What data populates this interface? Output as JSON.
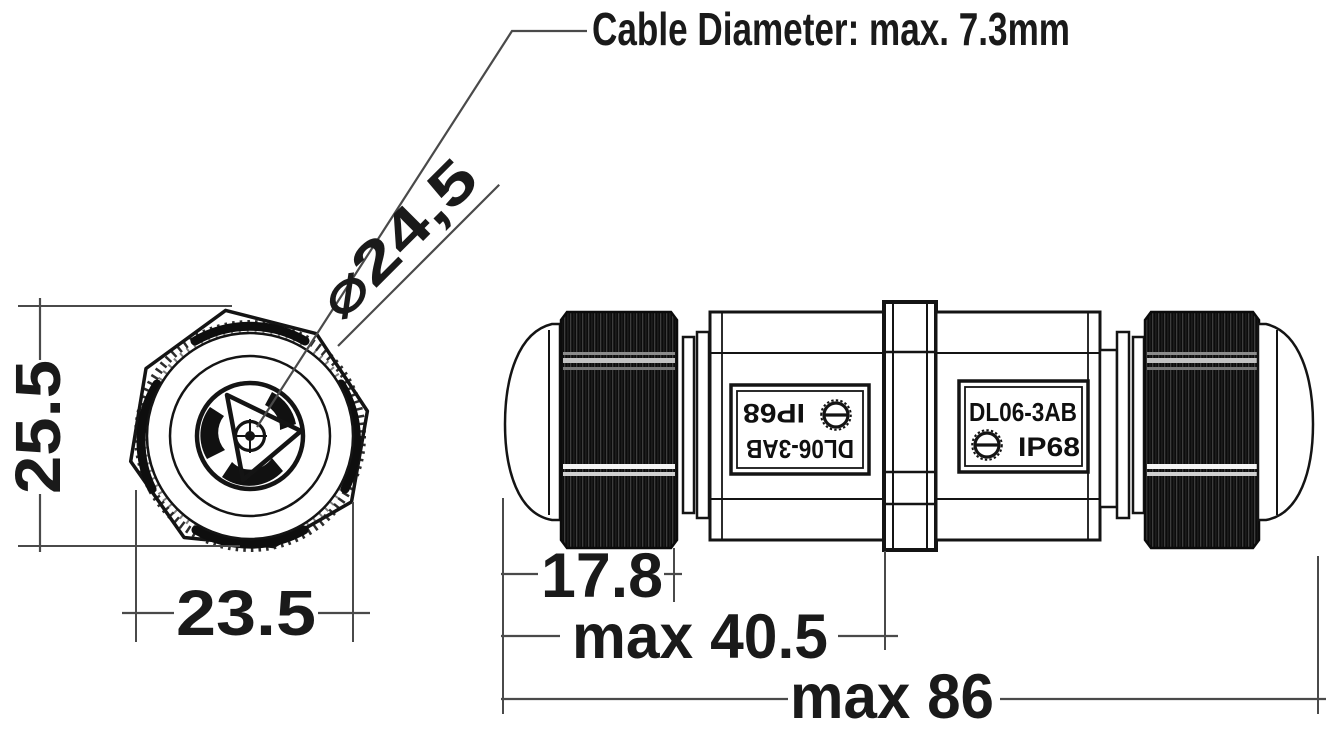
{
  "title_callout": "Cable Diameter: max. 7.3mm",
  "front_view": {
    "diameter": "⌀24,5",
    "height": "25.5",
    "width": "23.5"
  },
  "side_view": {
    "model_number": "DL06-3AB",
    "ip_rating": "IP68",
    "dim_gland_length": "17.8",
    "dim_half_length": "max 40.5",
    "dim_total_length": "max 86"
  },
  "colors": {
    "outline": "#141414",
    "dimension_lines": "#4a4a4a",
    "knurl_fill": "#0c0c0c",
    "background": "#ffffff"
  }
}
